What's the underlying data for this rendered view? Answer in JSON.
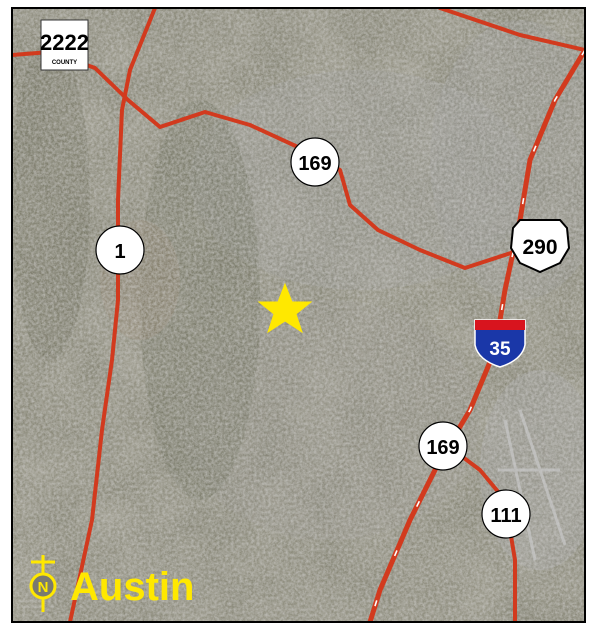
{
  "map": {
    "city_label": "Austin",
    "north_symbol": "N",
    "marker": "star-marker",
    "colors": {
      "road": "#d23a1e",
      "interstate_blue": "#1a37a8",
      "interstate_red": "#d8141e",
      "label_yellow": "#ffe800",
      "border": "#000000"
    },
    "shields": [
      {
        "id": "county-2222",
        "type": "county",
        "number": "2222",
        "subtext": "COUNTY"
      },
      {
        "id": "state-169-north",
        "type": "state",
        "number": "169"
      },
      {
        "id": "state-1",
        "type": "state",
        "number": "1"
      },
      {
        "id": "us-290",
        "type": "us",
        "number": "290"
      },
      {
        "id": "interstate-35",
        "type": "interstate",
        "number": "35"
      },
      {
        "id": "state-169-south",
        "type": "state",
        "number": "169"
      },
      {
        "id": "state-111",
        "type": "state",
        "number": "111"
      }
    ]
  }
}
